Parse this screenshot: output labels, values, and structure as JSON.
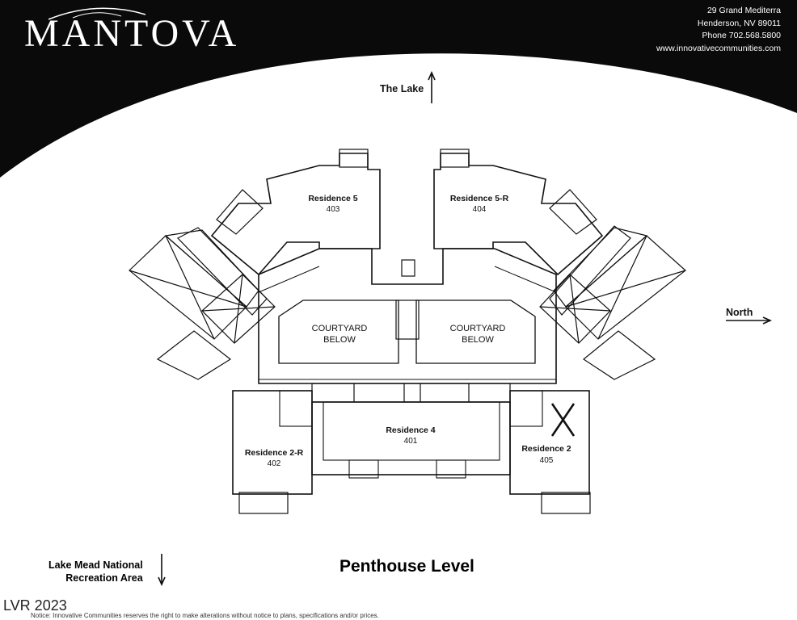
{
  "header": {
    "brand": "MANTOVA",
    "address_lines": [
      "29 Grand Mediterra",
      "Henderson, NV 89011",
      "Phone 702.568.5800",
      "www.innovativecommunities.com"
    ]
  },
  "directions": {
    "lake": "The Lake",
    "north": "North",
    "lake_mead_line1": "Lake Mead National",
    "lake_mead_line2": "Recreation Area"
  },
  "residences": [
    {
      "name": "Residence 5",
      "unit": "403"
    },
    {
      "name": "Residence 5-R",
      "unit": "404"
    },
    {
      "name": "Residence 4",
      "unit": "401"
    },
    {
      "name": "Residence 2-R",
      "unit": "402"
    },
    {
      "name": "Residence 2",
      "unit": "405"
    }
  ],
  "courtyards": [
    {
      "line1": "COURTYARD",
      "line2": "BELOW"
    },
    {
      "line1": "COURTYARD",
      "line2": "BELOW"
    }
  ],
  "level_title": "Penthouse Level",
  "watermark": "LVR 2023",
  "disclaimer": "Notice: Innovative Communities reserves the right to make alterations without notice to plans, specifications and/or prices."
}
